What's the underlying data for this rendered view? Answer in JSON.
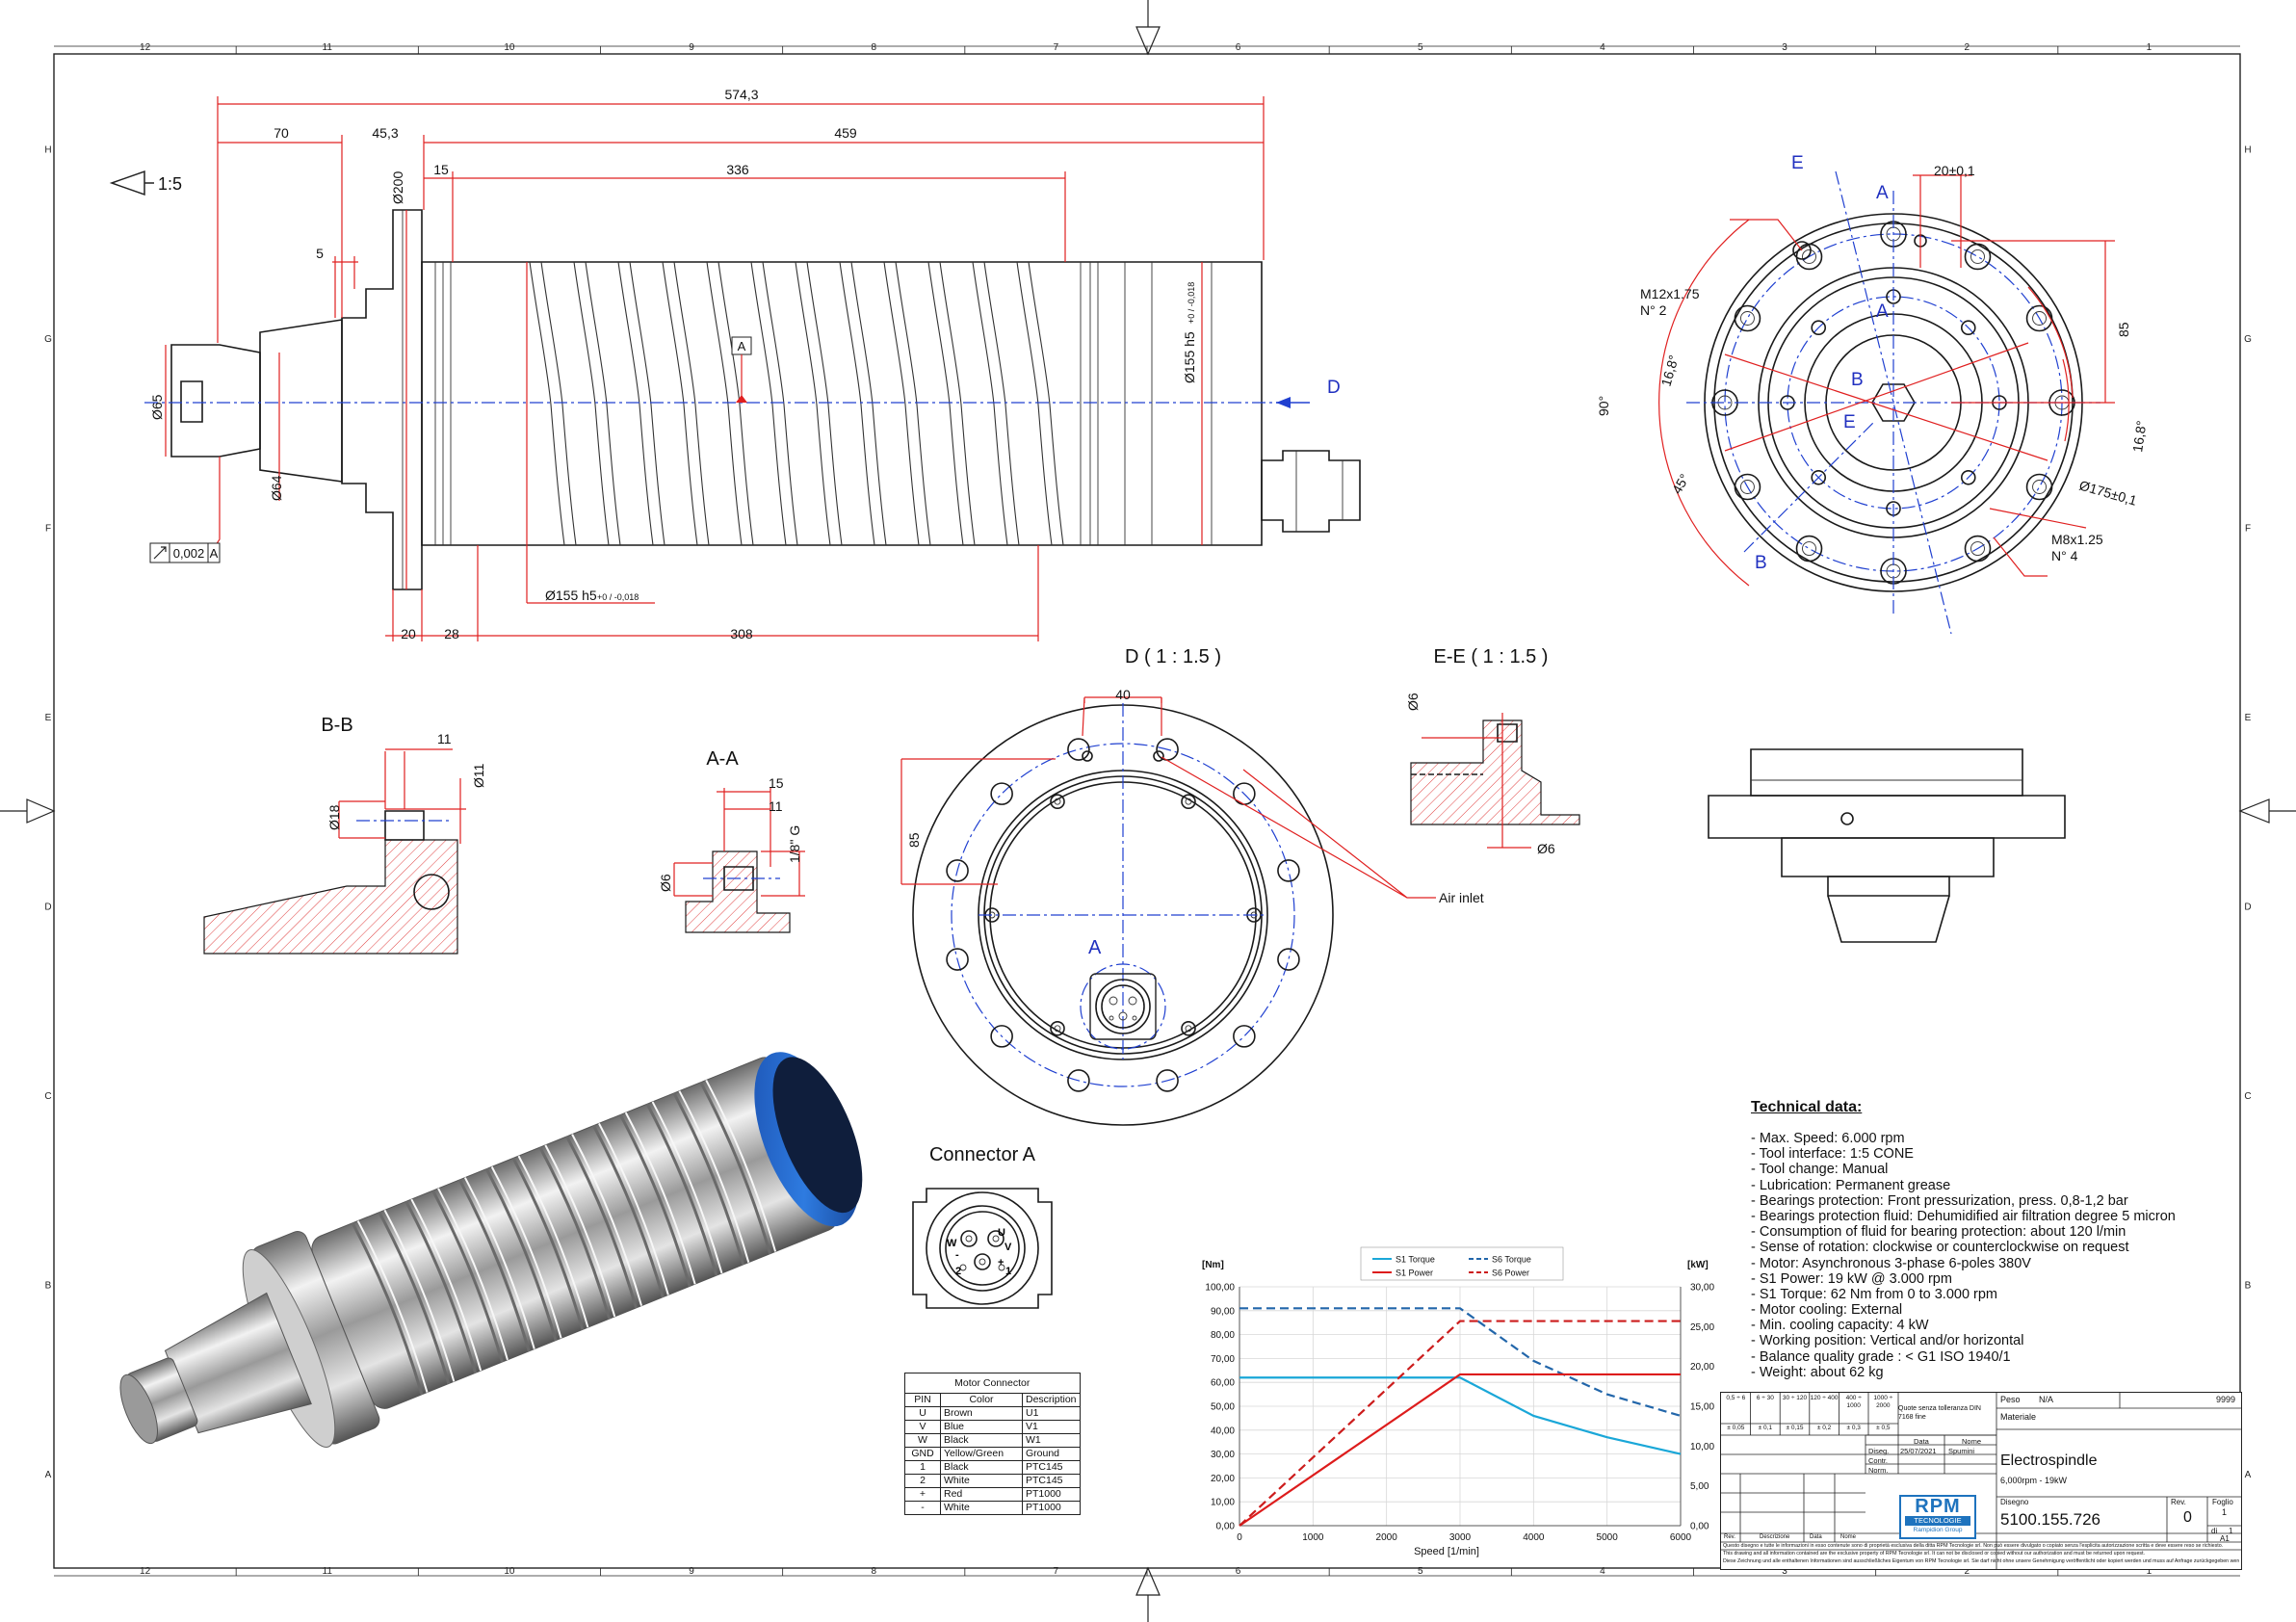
{
  "border": {
    "columns": [
      "12",
      "11",
      "10",
      "9",
      "8",
      "7",
      "6",
      "5",
      "4",
      "3",
      "2",
      "1"
    ],
    "rows": [
      "H",
      "G",
      "F",
      "E",
      "D",
      "C",
      "B",
      "A"
    ]
  },
  "views": {
    "main_scale": "1:5",
    "view_d": "D ( 1 : 1.5 )",
    "view_ee": "E-E ( 1 : 1.5 )",
    "section_bb": "B-B",
    "section_aa": "A-A",
    "connector_a": "Connector A"
  },
  "dimensions": {
    "overall_length": "574,3",
    "d70": "70",
    "d45_3": "45,3",
    "d459": "459",
    "d15": "15",
    "d336": "336",
    "d5": "5",
    "dia200": "Ø200",
    "dia65": "Ø65",
    "dia64": "Ø64",
    "dia155_top": "Ø155 h5",
    "dia155_bottom": "Ø155 h5",
    "tol155": "+0 / -0,018",
    "runout": "0,002",
    "datum_a": "A",
    "d20": "20",
    "d28": "28",
    "d308": "308",
    "dir_d": "D",
    "bb_11": "11",
    "bb_dia11": "Ø11",
    "bb_dia18": "Ø18",
    "aa_15": "15",
    "aa_11": "11",
    "aa_thread": "1/8\" G",
    "aa_dia6": "Ø6",
    "d_40": "40",
    "d_85": "85",
    "air_inlet": "Air inlet",
    "ee_dia6_top": "Ø6",
    "ee_dia6_bottom": "Ø6",
    "fr_20": "20±0,1",
    "fr_85": "85",
    "fr_m12": "M12x1.75",
    "fr_n2": "N° 2",
    "fr_16_8_left": "16,8°",
    "fr_90": "90°",
    "fr_45": "45°",
    "fr_16_8_right": "16,8°",
    "fr_175": "Ø175±0,1",
    "fr_m8": "M8x1.25",
    "fr_n4": "N° 4",
    "lbl_a": "A",
    "lbl_b": "B",
    "lbl_e": "E"
  },
  "technical": {
    "title": "Technical data:",
    "lines": [
      "- Max. Speed: 6.000 rpm",
      "- Tool interface: 1:5 CONE",
      "- Tool change: Manual",
      "- Lubrication: Permanent grease",
      "- Bearings protection: Front pressurization, press. 0,8-1,2 bar",
      "- Bearings protection fluid: Dehumidified air filtration degree 5 micron",
      "- Consumption of fluid for bearing protection: about 120 l/min",
      "- Sense of rotation: clockwise or counterclockwise on request",
      "- Motor: Asynchronous 3-phase 6-poles 380V",
      "- S1 Power: 19 kW @ 3.000 rpm",
      "- S1 Torque: 62 Nm from 0 to 3.000 rpm",
      "- Motor cooling: External",
      "- Min. cooling capacity: 4 kW",
      "- Working position: Vertical and/or horizontal",
      "- Balance quality grade : < G1 ISO 1940/1",
      "- Weight: about 62 kg"
    ]
  },
  "motor_connector": {
    "title": "Motor Connector",
    "headers": [
      "PIN",
      "Color",
      "Description"
    ],
    "rows": [
      [
        "U",
        "Brown",
        "U1"
      ],
      [
        "V",
        "Blue",
        "V1"
      ],
      [
        "W",
        "Black",
        "W1"
      ],
      [
        "GND",
        "Yellow/Green",
        "Ground"
      ],
      [
        "1",
        "Black",
        "PTC145"
      ],
      [
        "2",
        "White",
        "PTC145"
      ],
      [
        "+",
        "Red",
        "PT1000"
      ],
      [
        "-",
        "White",
        "PT1000"
      ]
    ]
  },
  "connector_pins": [
    "W",
    "U",
    "V",
    "2",
    "1",
    "+",
    "-"
  ],
  "chart_data": {
    "type": "line",
    "xlabel": "Speed [1/min]",
    "ylabel_left": "[Nm]",
    "ylabel_right": "[kW]",
    "x_ticks": [
      "0",
      "1000",
      "2000",
      "3000",
      "4000",
      "5000",
      "6000"
    ],
    "y_left_ticks": [
      "0,00",
      "10,00",
      "20,00",
      "30,00",
      "40,00",
      "50,00",
      "60,00",
      "70,00",
      "80,00",
      "90,00",
      "100,00"
    ],
    "y_right_ticks": [
      "0,00",
      "5,00",
      "10,00",
      "15,00",
      "20,00",
      "25,00",
      "30,00"
    ],
    "xlim": [
      0,
      6000
    ],
    "ylim_left": [
      0,
      100
    ],
    "ylim_right": [
      0,
      30
    ],
    "legend_position": "top",
    "series": [
      {
        "name": "S1 Torque",
        "axis": "left",
        "color": "#1aa7d8",
        "dash": false,
        "x": [
          0,
          3000,
          4000,
          5000,
          6000
        ],
        "y": [
          62,
          62,
          46,
          37,
          30
        ]
      },
      {
        "name": "S6 Torque",
        "axis": "left",
        "color": "#2266aa",
        "dash": true,
        "x": [
          0,
          3000,
          4000,
          5000,
          6000
        ],
        "y": [
          91,
          91,
          69,
          55,
          46
        ]
      },
      {
        "name": "S1 Power",
        "axis": "right",
        "color": "#dd1c1c",
        "dash": false,
        "x": [
          0,
          3000,
          6000
        ],
        "y": [
          0,
          19,
          19
        ]
      },
      {
        "name": "S6 Power",
        "axis": "right",
        "color": "#cc1c1c",
        "dash": true,
        "x": [
          0,
          3000,
          6000
        ],
        "y": [
          0,
          25.7,
          25.7
        ]
      }
    ]
  },
  "title_block": {
    "tol_ranges": [
      "0,5 ÷ 6",
      "6 ÷ 30",
      "30 ÷ 120",
      "120 ÷ 400",
      "400 ÷ 1000",
      "1000 ÷ 2000"
    ],
    "tol_values": [
      "± 0,05",
      "± 0,1",
      "± 0,15",
      "± 0,2",
      "± 0,3",
      "± 0,5"
    ],
    "tol_note": "Quote senza tolleranza DIN 7168 fine",
    "data_label": "Data",
    "nome_label": "Nome",
    "diseg_label": "Diseg.",
    "diseg_date": "25/07/2021",
    "diseg_name": "Spumini",
    "contr_label": "Contr.",
    "norm_label": "Norm.",
    "peso_label": "Peso",
    "peso_value": "N/A",
    "code_9999": "9999",
    "materiale_label": "Materiale",
    "title": "Electrospindle",
    "subtitle": "6,000rpm - 19kW",
    "disegno_label": "Disegno",
    "drawing_number": "5100.155.726",
    "rev_label": "Rev.",
    "rev_value": "0",
    "foglio_label": "Foglio",
    "foglio_value": "1",
    "di_label": "di",
    "di_value": "1",
    "format": "A1",
    "rev_col": "Rev.",
    "descr_col": "Descrizione",
    "data_col": "Data",
    "nome_col": "Nome",
    "company": "RPM",
    "company_sub": "TECNOLOGIE",
    "company_group": "Rampidion Group",
    "disclaimer": [
      "Questo disegno e tutte le informazioni in esso contenute sono di proprietà esclusiva della ditta RPM Tecnologie srl. Non può essere divulgato o copiato senza l'esplicita autorizzazione scritta e deve essere reso se richiesto.",
      "This drawing and all information contained are the exclusive property of RPM Tecnologie srl. It can not be disclosed or copied without our authorization and must be returned upon request.",
      "Diese Zeichnung und alle enthaltenen Informationen sind ausschließliches Eigentum von RPM Tecnologie srl. Sie darf nicht ohne unsere Genehmigung veröffentlicht oder kopiert werden und muss auf Anfrage zurückgegeben werden."
    ]
  }
}
